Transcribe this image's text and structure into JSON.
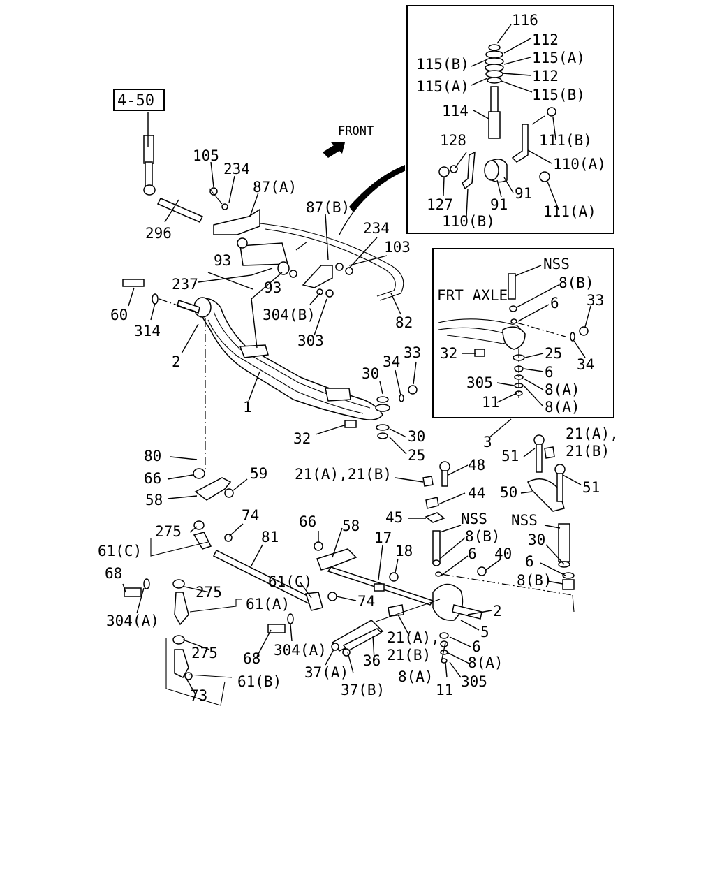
{
  "reference": "4-50",
  "front_label": "FRONT",
  "inset_top": {
    "labels": [
      "116",
      "112",
      "115(B)",
      "115(A)",
      "115(A)",
      "112",
      "115(B)",
      "114",
      "111(B)",
      "128",
      "110(A)",
      "91",
      "91",
      "127",
      "111(A)",
      "110(B)"
    ]
  },
  "inset_right": {
    "title": "FRT AXLE",
    "labels": [
      "NSS",
      "8(B)",
      "6",
      "33",
      "32",
      "25",
      "34",
      "6",
      "305",
      "8(A)",
      "11",
      "8(A)"
    ]
  },
  "main_labels": [
    "105",
    "234",
    "87(A)",
    "87(B)",
    "234",
    "103",
    "296",
    "93",
    "237",
    "93",
    "60",
    "314",
    "304(B)",
    "82",
    "2",
    "303",
    "30",
    "34",
    "33",
    "1",
    "32",
    "30",
    "25",
    "3",
    "21(A),",
    "21(B)",
    "51",
    "48",
    "80",
    "59",
    "66",
    "58",
    "21(A),21(B)",
    "44",
    "50",
    "51",
    "45",
    "NSS",
    "NSS",
    "275",
    "74",
    "66",
    "58",
    "8(B)",
    "30",
    "61(C)",
    "81",
    "17",
    "18",
    "6",
    "40",
    "6",
    "8(B)",
    "68",
    "275",
    "61(A)",
    "61(C)",
    "74",
    "2",
    "304(A)",
    "5",
    "68",
    "304(A)",
    "21(A),",
    "6",
    "275",
    "37(A)",
    "36",
    "21(B)",
    "8(A)",
    "61(B)",
    "37(B)",
    "8(A)",
    "11",
    "305",
    "73"
  ]
}
